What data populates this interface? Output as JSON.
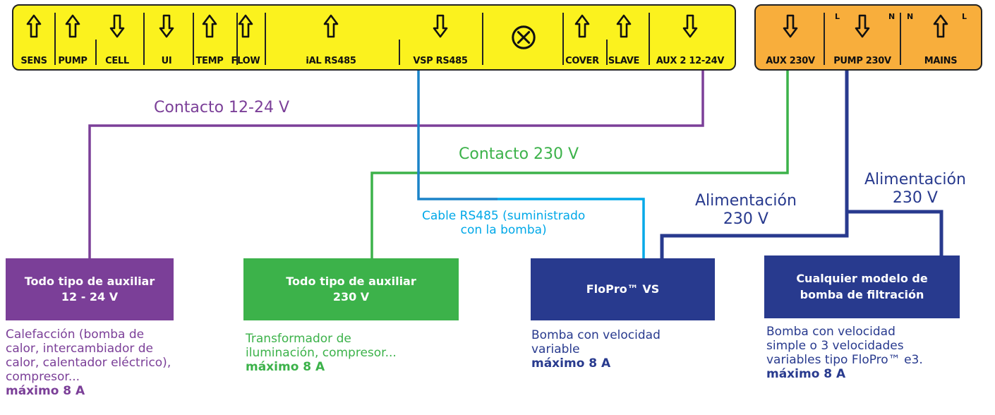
{
  "colors": {
    "low_strip": "#fbf21e",
    "high_strip": "#f8ae3c",
    "purple": "#7b3f98",
    "green": "#3cb24a",
    "cyan": "#00a8e8",
    "navy": "#283a8e",
    "wire_cyan": "#1b83c8"
  },
  "terminals_low": [
    {
      "label": "SENS",
      "arrow": "up"
    },
    {
      "label": "PUMP",
      "arrow": "up"
    },
    {
      "label": "CELL",
      "arrow": "down"
    },
    {
      "label": "UI",
      "arrow": "down"
    },
    {
      "label": "TEMP",
      "arrow": "up"
    },
    {
      "label": "FLOW",
      "arrow": "up"
    },
    {
      "label": "iAL RS485",
      "arrow": "up"
    },
    {
      "label": "VSP RS485",
      "arrow": "down"
    },
    {
      "label": "",
      "arrow": "circle-x"
    },
    {
      "label": "COVER",
      "arrow": "up"
    },
    {
      "label": "SLAVE",
      "arrow": "up"
    },
    {
      "label": "AUX 2 12-24V",
      "arrow": "down"
    }
  ],
  "terminals_high": [
    {
      "label": "AUX 230V",
      "arrow": "down"
    },
    {
      "label": "PUMP 230V",
      "arrow": "down"
    },
    {
      "label": "MAINS",
      "arrow": "up"
    }
  ],
  "polarity": [
    "L",
    "N",
    "N",
    "L"
  ],
  "annotations": {
    "contact_low": "Contacto 12-24 V",
    "contact_high": "Contacto 230 V",
    "cable_rs485": "Cable RS485 (suministrado\ncon la bomba)",
    "power_pump": "Alimentación\n230 V",
    "power_mains": "Alimentación\n230 V"
  },
  "boxes": [
    {
      "title": "Todo tipo de auxiliar\n12 - 24 V",
      "desc": [
        "Calefacción (bomba de",
        "calor, intercambiador de",
        "calor, calentador eléctrico),",
        "compresor..."
      ],
      "max": "máximo 8 A"
    },
    {
      "title": "Todo tipo de auxiliar\n230 V",
      "desc": [
        "Transformador de",
        "iluminación, compresor..."
      ],
      "max": "máximo 8 A"
    },
    {
      "title": "FloPro™ VS",
      "desc": [
        "Bomba con velocidad",
        "variable"
      ],
      "max": "máximo 8 A"
    },
    {
      "title": "Cualquier modelo de\nbomba de filtración",
      "desc": [
        "Bomba con velocidad",
        "simple o 3 velocidades",
        "variables tipo FloPro™ e3."
      ],
      "max": "máximo 8 A"
    }
  ]
}
